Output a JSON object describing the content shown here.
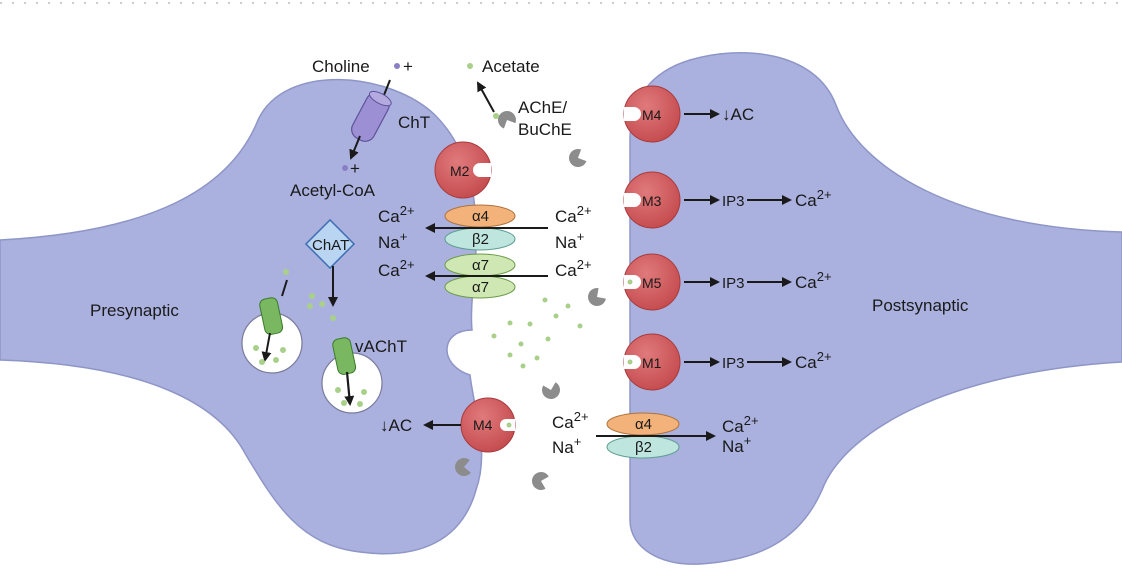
{
  "labels": {
    "presynaptic": "Presynaptic",
    "postsynaptic": "Postsynaptic",
    "choline": "Choline",
    "acetate": "Acetate",
    "cht": "ChT",
    "ache_line1": "AChE/",
    "ache_line2": "BuChE",
    "acetyl_coa": "Acetyl-CoA",
    "chat": "ChAT",
    "vacht": "vAChT",
    "dec_ac": "↓AC",
    "ip3": "IP3",
    "plus": "+"
  },
  "receptors": {
    "m1": "M1",
    "m2": "M2",
    "m3": "M3",
    "m4": "M4",
    "m5": "M5",
    "alpha4": "α4",
    "beta2": "β2",
    "alpha7": "α7"
  },
  "ions": {
    "ca": "Ca",
    "ca_charge": "2+",
    "na": "Na",
    "na_charge": "+"
  },
  "colors": {
    "cell": "#aab1de",
    "cell_stroke": "#8e96c8",
    "muscarinic": "#d7585b",
    "alpha_subunit": "#f2b27a",
    "beta_subunit": "#bfe6de",
    "alpha7_subunit": "#cfe8b3",
    "transporter": "#9d8fd3",
    "vesicle_transporter": "#79b860",
    "ache": "#8c8c8c",
    "acetylcholine_dot": "#a8d08a"
  }
}
